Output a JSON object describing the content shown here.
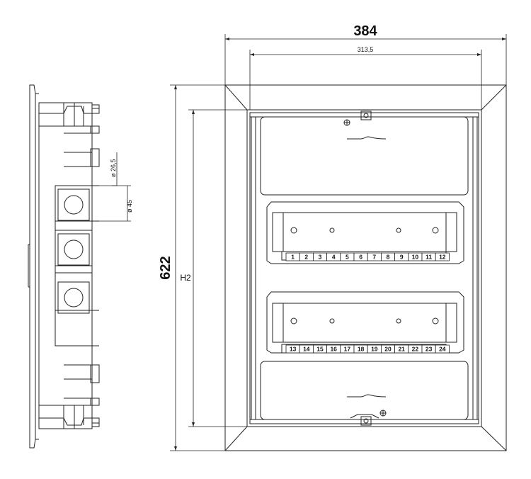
{
  "dimensions": {
    "outer_width": "384",
    "inner_width": "313,5",
    "outer_height": "622",
    "inner_height": "H2",
    "knockout_small": "ø 26,5",
    "knockout_large": "ø 45"
  },
  "module_numbers": {
    "row1": [
      "1",
      "2",
      "3",
      "4",
      "5",
      "6",
      "7",
      "8",
      "9",
      "10",
      "11",
      "12"
    ],
    "row2": [
      "13",
      "14",
      "15",
      "16",
      "17",
      "18",
      "19",
      "20",
      "21",
      "22",
      "23",
      "24"
    ]
  },
  "colors": {
    "line": "#222222",
    "panel": "#ffffff"
  }
}
